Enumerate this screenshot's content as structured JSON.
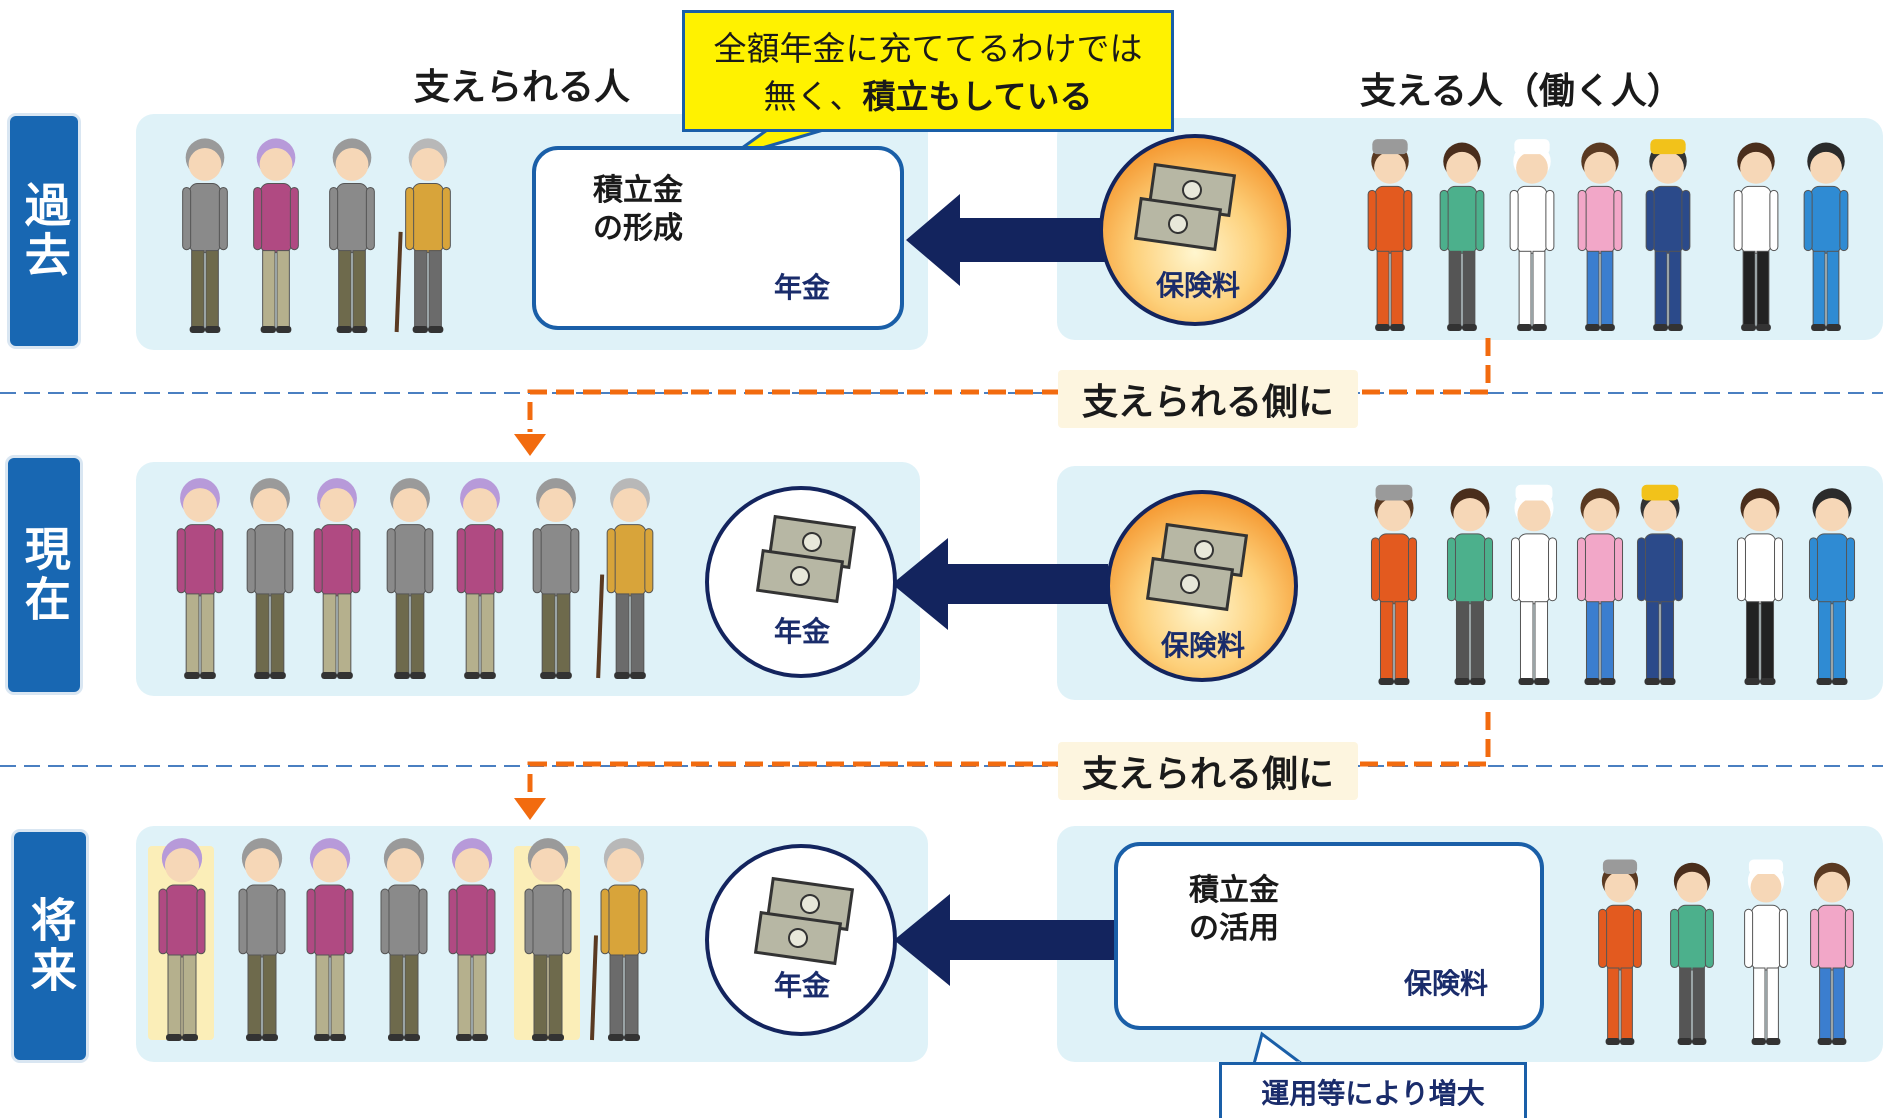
{
  "headers": {
    "supported": "支えられる人",
    "supporters": "支える人（働く人）"
  },
  "callout": {
    "line1": "全額年金に充ててるわけでは",
    "line2_plain": "無く、",
    "line2_bold": "積立もしている"
  },
  "eras": {
    "past": "過去",
    "present": "現在",
    "future": "将来"
  },
  "labels": {
    "reserve_formation": "積立金の形成",
    "reserve_use": "積立金の活用",
    "pension": "年金",
    "premium": "保険料",
    "to_supported_side": "支えられる側に",
    "growth_note": "運用等により増大"
  },
  "colors": {
    "era_blue": "#1867b2",
    "panel_bg": "#dff2f8",
    "arrow_navy": "#13245e",
    "orange_dash": "#f26b0f",
    "callout_yellow": "#fff200",
    "tag_bg": "#fdf5df",
    "highlight": "#fbeeb8"
  },
  "people": {
    "past_supported": [
      "elderly-man",
      "elderly-woman",
      "elderly-man",
      "elderly-woman-cane"
    ],
    "past_supporters": [
      "firefighter",
      "photographer",
      "chef",
      "shop-clerk",
      "chainsaw-worker",
      "waiter",
      "fish-vendor"
    ],
    "present_supported": [
      "elderly-woman",
      "elderly-man",
      "elderly-woman",
      "elderly-man",
      "elderly-woman",
      "elderly-man",
      "elderly-woman-cane"
    ],
    "present_supporters": [
      "firefighter",
      "photographer",
      "chef",
      "shop-clerk",
      "chainsaw-worker",
      "waiter",
      "fish-vendor"
    ],
    "future_supported": [
      "elderly-woman",
      "elderly-man",
      "elderly-woman",
      "elderly-man",
      "elderly-woman",
      "elderly-man",
      "elderly-woman-cane"
    ],
    "future_highlighted": [
      0,
      5
    ],
    "future_supporters": [
      "firefighter",
      "photographer",
      "chef",
      "shop-clerk"
    ]
  }
}
